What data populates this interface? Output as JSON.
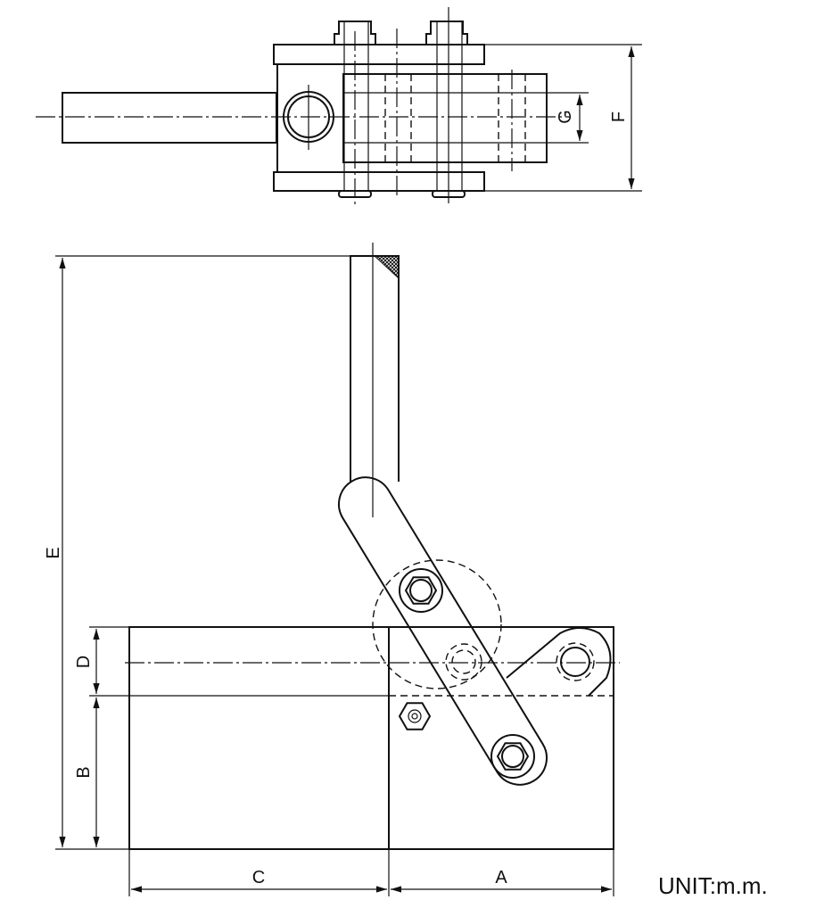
{
  "dimensions": {
    "A": "A",
    "B": "B",
    "C": "C",
    "D": "D",
    "E": "E",
    "F": "F",
    "G": "G"
  },
  "unit_label": "UNIT:m.m.",
  "colors": {
    "line": "#111111",
    "background": "#ffffff"
  }
}
